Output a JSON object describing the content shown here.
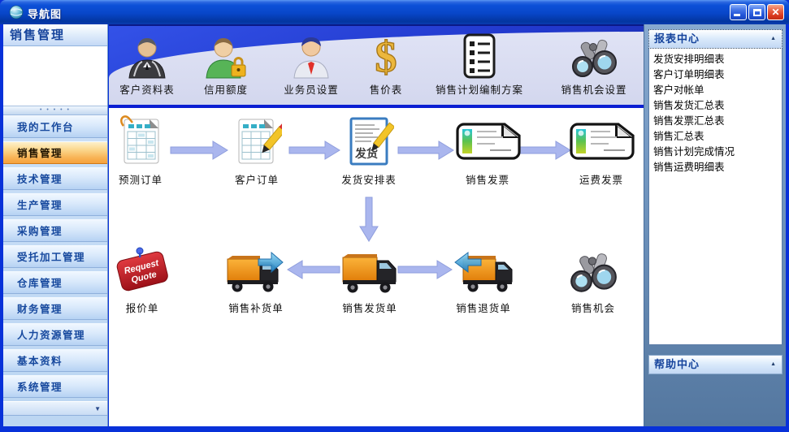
{
  "window": {
    "title": "导航图"
  },
  "sidebar": {
    "header": "销售管理",
    "items": [
      {
        "label": "我的工作台"
      },
      {
        "label": "销售管理"
      },
      {
        "label": "技术管理"
      },
      {
        "label": "生产管理"
      },
      {
        "label": "采购管理"
      },
      {
        "label": "受托加工管理"
      },
      {
        "label": "仓库管理"
      },
      {
        "label": "财务管理"
      },
      {
        "label": "人力资源管理"
      },
      {
        "label": "基本资料"
      },
      {
        "label": "系统管理"
      }
    ],
    "selected": "销售管理"
  },
  "toolbar": {
    "items": [
      {
        "label": "客户资料表"
      },
      {
        "label": "信用额度"
      },
      {
        "label": "业务员设置"
      },
      {
        "label": "售价表"
      },
      {
        "label": "销售计划编制方案"
      },
      {
        "label": "销售机会设置"
      }
    ]
  },
  "flow": {
    "row1": [
      {
        "label": "预测订单"
      },
      {
        "label": "客户订单"
      },
      {
        "label": "发货安排表"
      },
      {
        "label": "销售发票"
      },
      {
        "label": "运费发票"
      }
    ],
    "row2": [
      {
        "label": "报价单"
      },
      {
        "label": "销售补货单"
      },
      {
        "label": "销售发货单"
      },
      {
        "label": "销售退货单"
      },
      {
        "label": "销售机会"
      }
    ],
    "shipping_doc_text": "发货",
    "quote_line1": "Request",
    "quote_line2": "Quote"
  },
  "report_center": {
    "title": "报表中心",
    "items": [
      "发货安排明细表",
      "客户订单明细表",
      "客户对帐单",
      "销售发货汇总表",
      "销售发票汇总表",
      "销售汇总表",
      "销售计划完成情况",
      "销售运费明细表"
    ]
  },
  "help_center": {
    "title": "帮助中心"
  },
  "colors": {
    "selected_orange": "#f6a23c",
    "titlebar_blue": "#0846c8",
    "toolbar_band_blue": "#2138cc",
    "toolbar_surface": "#d6daef",
    "arrow_blue": "#aab6ee",
    "right_panel_blue": "#6e93bd"
  }
}
